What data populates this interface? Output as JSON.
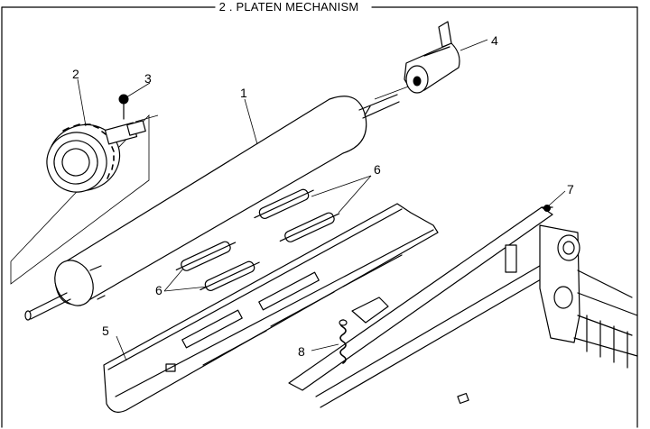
{
  "title": "2 . PLATEN MECHANISM",
  "callouts": {
    "c1": "1",
    "c2": "2",
    "c3": "3",
    "c4": "4",
    "c5": "5",
    "c6a": "6",
    "c6b": "6",
    "c7": "7",
    "c8": "8"
  },
  "colors": {
    "line": "#000000",
    "background": "#ffffff"
  }
}
